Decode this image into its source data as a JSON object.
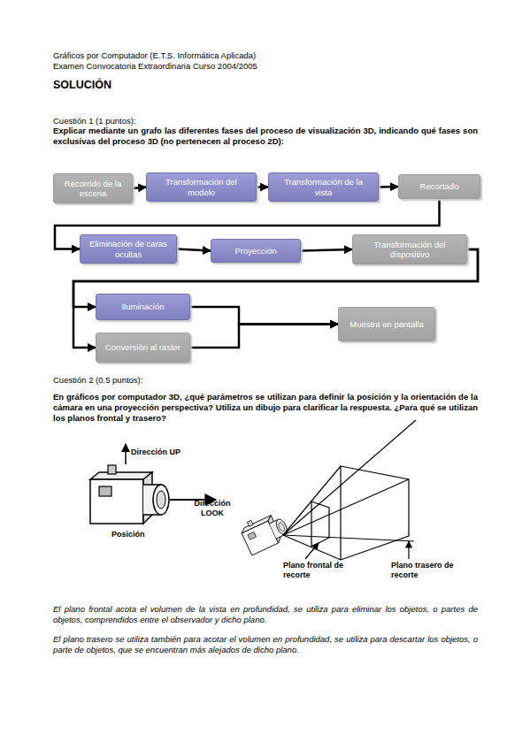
{
  "diagram": {
    "title": "SOLUCIÓN",
    "nodes": [
      {
        "text": [
          "Recorrido de la escena"
        ]
      },
      {
        "text": [
          "Transformación del modelo"
        ]
      },
      {
        "text": [
          "Transformación de la vista"
        ]
      },
      {
        "text": [
          "Recortado"
        ]
      },
      {
        "text": [
          "Eliminación de caras ocultas"
        ]
      },
      {
        "text": [
          "Proyección"
        ]
      },
      {
        "text": [
          "Transformación del dispositivo"
        ]
      },
      {
        "text": [
          "Iluminación"
        ]
      },
      {
        "text": [
          "Conversión al raster"
        ]
      },
      {
        "text": [
          "Muestra en pantalla"
        ]
      }
    ],
    "edges": [
      {
        "from": 0,
        "to": 1,
        "arrow": "to"
      },
      {
        "from": 1,
        "to": 2,
        "arrow": "to"
      },
      {
        "from": 2,
        "to": 3,
        "arrow": "to"
      },
      {
        "from": 3,
        "to": 4,
        "arrow": "to"
      },
      {
        "from": 4,
        "to": 5,
        "arrow": "to"
      },
      {
        "from": 5,
        "to": 6,
        "arrow": "to"
      },
      {
        "from": 6,
        "to": 7,
        "arrow": "to"
      },
      {
        "from": 6,
        "to": 8,
        "arrow": "to"
      },
      {
        "from": 7,
        "to": 9,
        "arrow": "to"
      },
      {
        "from": 8,
        "to": 9,
        "arrow": "to"
      }
    ],
    "labels": [
      "Gráficos por Computador (E.T.S. Informática Aplicada)",
      "Examen Convocatoria Extraordinaria Curso 2004/2005",
      "Cuestión 1 (1 puntos):",
      "Explicar mediante un grafo las diferentes fases del proceso de visualización 3D, indicando qué fases son exclusivas del proceso 3D (no pertenecen al proceso 2D):",
      "Cuestión 2 (0.5 puntos):",
      "En gráficos por computador 3D, ¿qué parámetros se utilizan para definir la posición y la orientación de la cámara en una proyección perspectiva? Utiliza un dibujo para clarificar la respuesta. ¿Para qué se utilizan los planos frontal y trasero?",
      "Dirección UP",
      "Dirección LOOK",
      "Posición",
      "Plano frontal de recorte",
      "Plano trasero de recorte",
      "El plano frontal acota el volumen de la vista en profundidad, se utiliza para eliminar los objetos, o partes de objetos, comprendidos entre el observador y dicho plano.",
      "El plano trasero se utiliza también para acotar el volumen en profundidad, se utiliza para descartar los objetos, o parte de objetos, que se encuentran más alejados de dicho plano."
    ]
  }
}
